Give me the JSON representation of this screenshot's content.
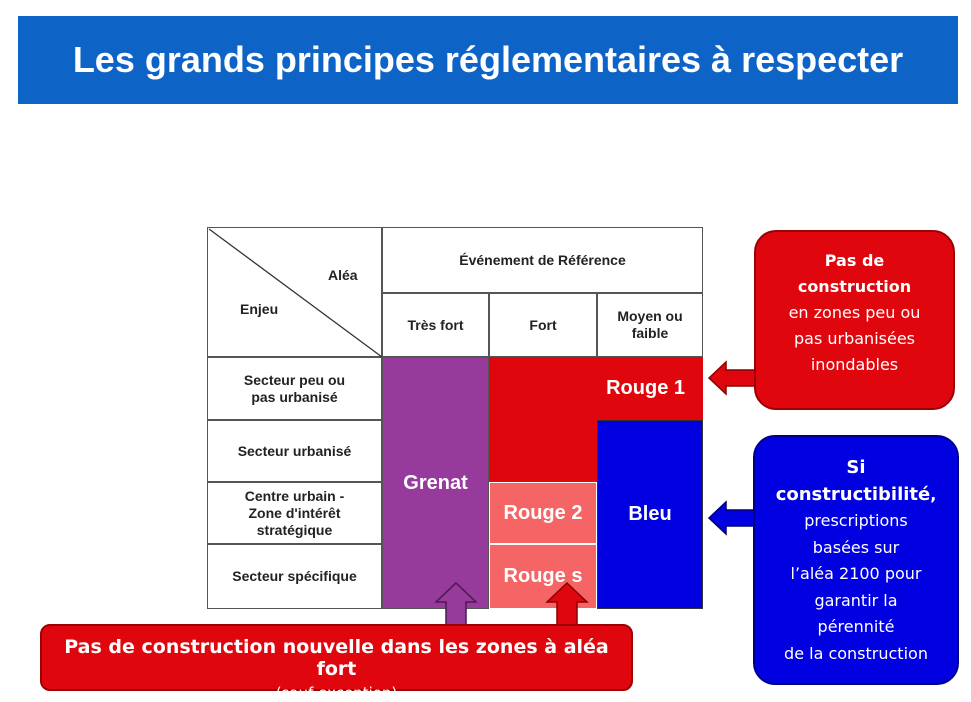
{
  "title": "Les grands principes réglementaires à respecter",
  "matrix": {
    "corner_top": "Aléa",
    "corner_bottom": "Enjeu",
    "event_header": "Événement de Référence",
    "columns": [
      "Très fort",
      "Fort",
      "Moyen ou faible"
    ],
    "rows": [
      "Secteur peu ou pas urbanisé",
      "Secteur urbanisé",
      "Centre urbain - Zone d'intérêt stratégique",
      "Secteur spécifique"
    ],
    "zones": {
      "grenat": "Grenat",
      "rouge1": "Rouge 1",
      "rouge2": "Rouge 2",
      "rouges": "Rouge s",
      "bleu": "Bleu"
    },
    "colors": {
      "grenat": "#963a9b",
      "rouge1": "#e0060e",
      "rouge2": "#f56565",
      "bleu": "#0000e0"
    }
  },
  "callout_red": {
    "l1": "Pas de",
    "l2": "construction",
    "l3": "en zones peu ou",
    "l4": "pas urbanisées",
    "l5": "inondables"
  },
  "callout_blue": {
    "l1": "Si",
    "l2a": "constructibilité",
    "l2b": ",",
    "l3": "prescriptions",
    "l4": "basées sur",
    "l5": "l’aléa 2100 pour",
    "l6": "garantir la",
    "l7": "pérennité",
    "l8": "de la construction"
  },
  "bottom_box": {
    "main": "Pas de construction nouvelle dans les zones à aléa fort",
    "sub": "(sauf exception)"
  }
}
